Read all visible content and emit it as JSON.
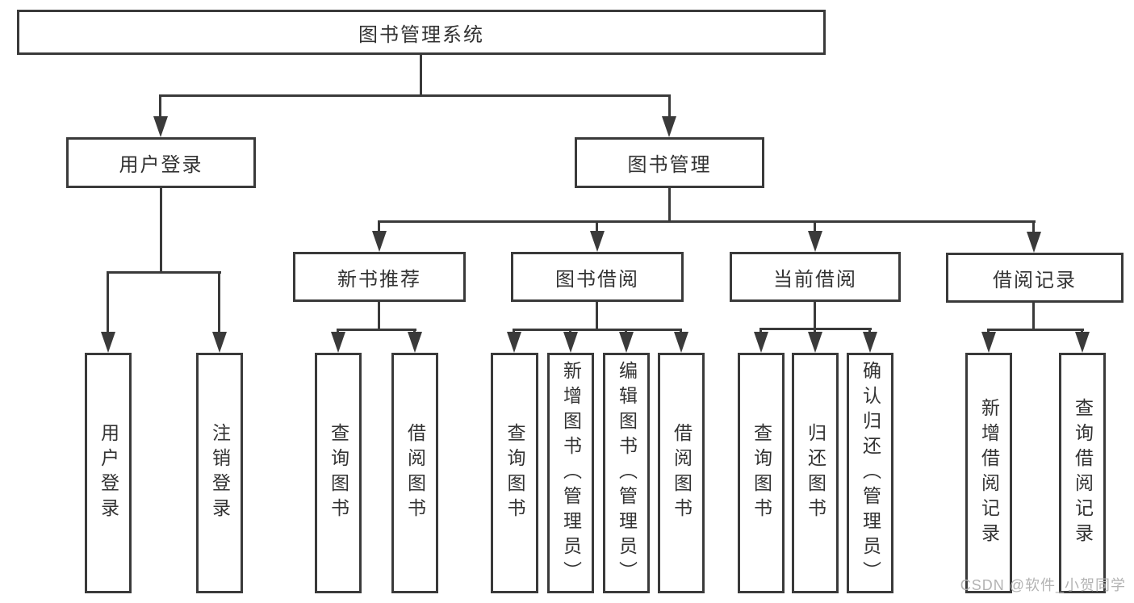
{
  "tree": {
    "root": "图书管理系统",
    "level2": [
      "用户登录",
      "图书管理"
    ],
    "level3": [
      "新书推荐",
      "图书借阅",
      "当前借阅",
      "借阅记录"
    ],
    "leaves": {
      "user_login": [
        "用户登录",
        "注销登录"
      ],
      "new_book_recommend": [
        "查询图书",
        "借阅图书"
      ],
      "book_borrow": [
        "查询图书",
        "新增图书（管理员）",
        "编辑图书（管理员）",
        "借阅图书"
      ],
      "current_borrow": [
        "查询图书",
        "归还图书",
        "确认归还（管理员）"
      ],
      "borrow_records": [
        "新增借阅记录",
        "查询借阅记录"
      ]
    }
  },
  "watermark": "CSDN @软件_小贺同学",
  "colors": {
    "line": "#3a3a3a",
    "text": "#333333",
    "background": "#ffffff",
    "watermark": "#b3b3b3"
  }
}
